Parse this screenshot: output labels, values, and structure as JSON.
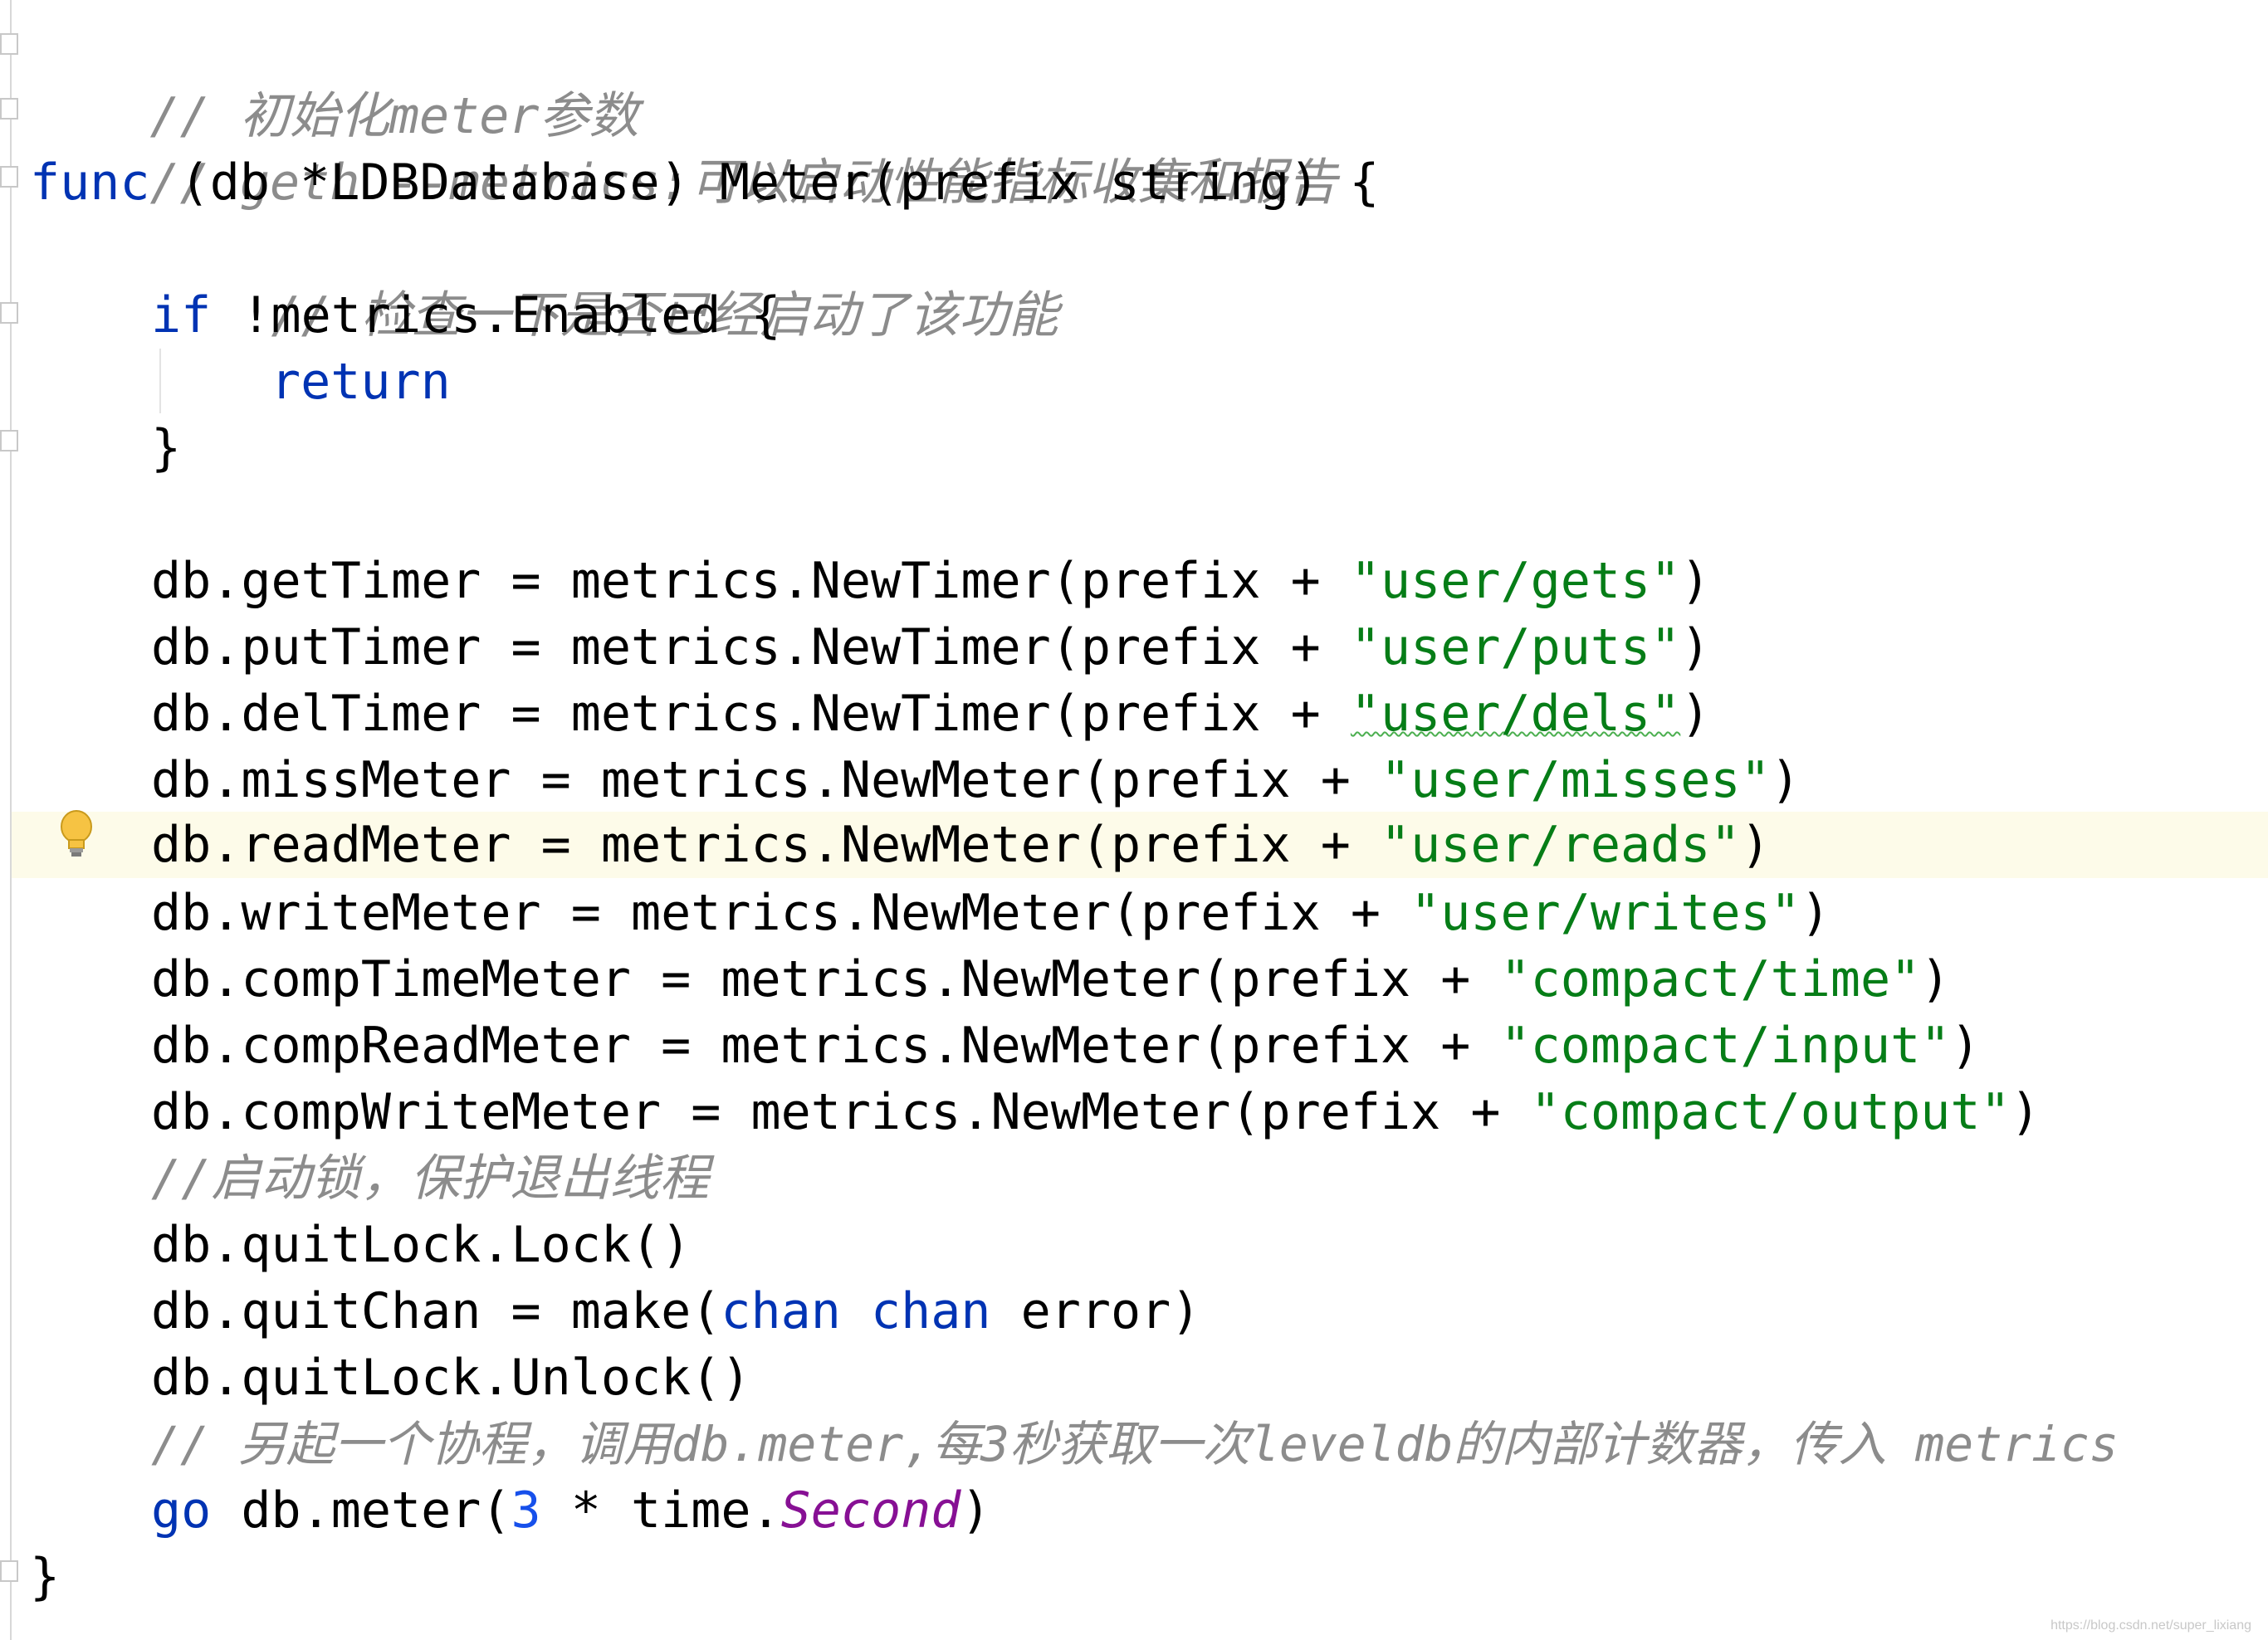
{
  "editor": {
    "lines": {
      "l01": "// 初始化meter参数",
      "l02": "// geth --metrics:可以启动性能指标收集和报告",
      "l03_kw": "func",
      "l03_rest": " (db *LDBDatabase) Meter(prefix string) {",
      "l04": "// 检查一下是否已经启动了该功能",
      "l05_kw": "if",
      "l05_rest": " !metrics.Enabled {",
      "l06_kw": "return",
      "l07": "}",
      "l09_a": "db.getTimer = metrics.NewTimer(prefix + ",
      "l09_s": "\"user/gets\"",
      "l09_b": ")",
      "l10_a": "db.putTimer = metrics.NewTimer(prefix + ",
      "l10_s": "\"user/puts\"",
      "l10_b": ")",
      "l11_a": "db.delTimer = metrics.NewTimer(prefix + ",
      "l11_s": "\"user/dels\"",
      "l11_b": ")",
      "l12_a": "db.missMeter = metrics.NewMeter(prefix + ",
      "l12_s": "\"user/misses\"",
      "l12_b": ")",
      "l13_a": "db.readMeter = metrics.NewMeter(prefix + ",
      "l13_s": "\"user/reads\"",
      "l13_b": ")",
      "l14_a": "db.writeMeter = metrics.NewMeter(prefix + ",
      "l14_s": "\"user/writes\"",
      "l14_b": ")",
      "l15_a": "db.compTimeMeter = metrics.NewMeter(prefix + ",
      "l15_s": "\"compact/time\"",
      "l15_b": ")",
      "l16_a": "db.compReadMeter = metrics.NewMeter(prefix + ",
      "l16_s": "\"compact/input\"",
      "l16_b": ")",
      "l17_a": "db.compWriteMeter = metrics.NewMeter(prefix + ",
      "l17_s": "\"compact/output\"",
      "l17_b": ")",
      "l18": "//启动锁，保护退出线程",
      "l19": "db.quitLock.Lock()",
      "l20_a": "db.quitChan = make(",
      "l20_k1": "chan",
      "l20_sp": " ",
      "l20_k2": "chan",
      "l20_b": " error)",
      "l21": "db.quitLock.Unlock()",
      "l22": "// 另起一个协程，调用db.meter,每3秒获取一次leveldb的内部计数器，传入 metrics",
      "l23_kw": "go",
      "l23_a": " db.meter(",
      "l23_num": "3",
      "l23_b": " * time.",
      "l23_const": "Second",
      "l23_c": ")",
      "l24": "}"
    },
    "watermark": "https://blog.csdn.net/super_lixiang"
  },
  "colors": {
    "keyword": "#0033b3",
    "string": "#067d17",
    "comment": "#8c8c8c",
    "number": "#1750eb",
    "constant": "#871094",
    "caret_row": "#fdfbe9"
  },
  "icons": {
    "gutter_bulb": "lightbulb-icon",
    "fold_markers": "fold-marker-icon"
  }
}
